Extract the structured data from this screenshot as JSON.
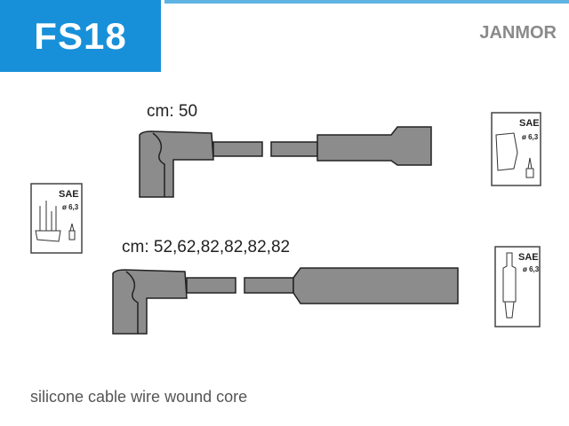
{
  "header": {
    "part_number": "FS18",
    "brand": "JANMOR"
  },
  "cables": [
    {
      "length_label": "cm: 50"
    },
    {
      "length_label": "cm: 52,62,82,82,82,82"
    }
  ],
  "icons": {
    "standard": "SAE",
    "diameter": "ø 6,3"
  },
  "footer": {
    "description": "silicone cable wire wound core"
  },
  "colors": {
    "accent": "#1790d9",
    "cable": "#8c8c8c"
  }
}
